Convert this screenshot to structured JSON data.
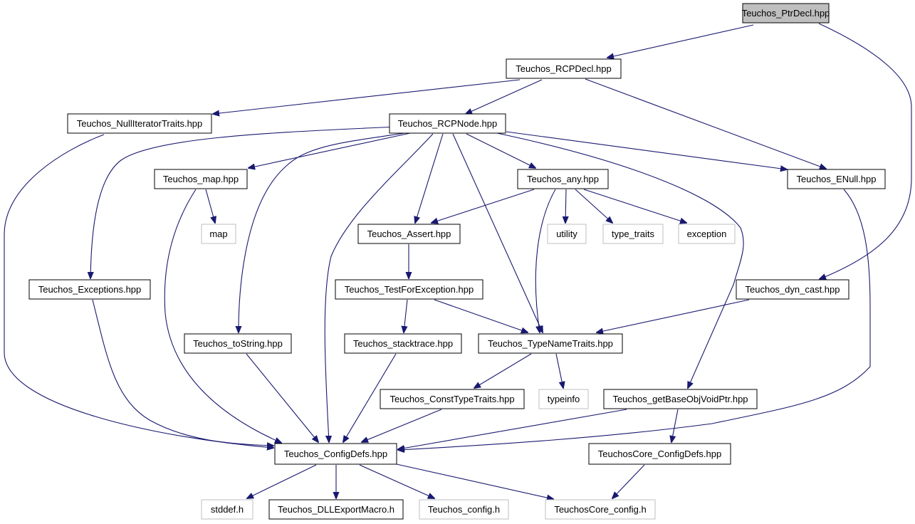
{
  "diagram": {
    "colors": {
      "edge": "#191970",
      "root_fill": "#bfbfbf",
      "node_border": "#000000",
      "external_border": "#bfbfbf",
      "background": "#ffffff"
    },
    "nodes": [
      {
        "id": "ptrdecl",
        "label": "Teuchos_PtrDecl.hpp",
        "kind": "root"
      },
      {
        "id": "rcpdecl",
        "label": "Teuchos_RCPDecl.hpp",
        "kind": "header"
      },
      {
        "id": "nulliter",
        "label": "Teuchos_NullIteratorTraits.hpp",
        "kind": "header"
      },
      {
        "id": "rcpnode",
        "label": "Teuchos_RCPNode.hpp",
        "kind": "header"
      },
      {
        "id": "map_hpp",
        "label": "Teuchos_map.hpp",
        "kind": "header"
      },
      {
        "id": "any",
        "label": "Teuchos_any.hpp",
        "kind": "header"
      },
      {
        "id": "enull",
        "label": "Teuchos_ENull.hpp",
        "kind": "header"
      },
      {
        "id": "map",
        "label": "map",
        "kind": "external"
      },
      {
        "id": "assert",
        "label": "Teuchos_Assert.hpp",
        "kind": "header"
      },
      {
        "id": "utility",
        "label": "utility",
        "kind": "external"
      },
      {
        "id": "type_traits",
        "label": "type_traits",
        "kind": "external"
      },
      {
        "id": "exception",
        "label": "exception",
        "kind": "external"
      },
      {
        "id": "exceptions",
        "label": "Teuchos_Exceptions.hpp",
        "kind": "header"
      },
      {
        "id": "testforexc",
        "label": "Teuchos_TestForException.hpp",
        "kind": "header"
      },
      {
        "id": "dyncast",
        "label": "Teuchos_dyn_cast.hpp",
        "kind": "header"
      },
      {
        "id": "tostring",
        "label": "Teuchos_toString.hpp",
        "kind": "header"
      },
      {
        "id": "stacktrace",
        "label": "Teuchos_stacktrace.hpp",
        "kind": "header"
      },
      {
        "id": "typename",
        "label": "Teuchos_TypeNameTraits.hpp",
        "kind": "header"
      },
      {
        "id": "consttype",
        "label": "Teuchos_ConstTypeTraits.hpp",
        "kind": "header"
      },
      {
        "id": "typeinfo",
        "label": "typeinfo",
        "kind": "external"
      },
      {
        "id": "getbase",
        "label": "Teuchos_getBaseObjVoidPtr.hpp",
        "kind": "header"
      },
      {
        "id": "configdefs",
        "label": "Teuchos_ConfigDefs.hpp",
        "kind": "header"
      },
      {
        "id": "coreconfigdefs",
        "label": "TeuchosCore_ConfigDefs.hpp",
        "kind": "header"
      },
      {
        "id": "stddef",
        "label": "stddef.h",
        "kind": "external"
      },
      {
        "id": "dllexport",
        "label": "Teuchos_DLLExportMacro.h",
        "kind": "header"
      },
      {
        "id": "tconfig",
        "label": "Teuchos_config.h",
        "kind": "external"
      },
      {
        "id": "coreconfig",
        "label": "TeuchosCore_config.h",
        "kind": "external"
      }
    ],
    "edges": [
      {
        "from": "ptrdecl",
        "to": "rcpdecl"
      },
      {
        "from": "ptrdecl",
        "to": "dyncast"
      },
      {
        "from": "rcpdecl",
        "to": "nulliter"
      },
      {
        "from": "rcpdecl",
        "to": "rcpnode"
      },
      {
        "from": "rcpdecl",
        "to": "enull"
      },
      {
        "from": "nulliter",
        "to": "configdefs"
      },
      {
        "from": "rcpnode",
        "to": "exceptions"
      },
      {
        "from": "rcpnode",
        "to": "map_hpp"
      },
      {
        "from": "rcpnode",
        "to": "tostring"
      },
      {
        "from": "rcpnode",
        "to": "configdefs"
      },
      {
        "from": "rcpnode",
        "to": "assert"
      },
      {
        "from": "rcpnode",
        "to": "typename"
      },
      {
        "from": "rcpnode",
        "to": "any"
      },
      {
        "from": "rcpnode",
        "to": "enull"
      },
      {
        "from": "rcpnode",
        "to": "getbase"
      },
      {
        "from": "map_hpp",
        "to": "map"
      },
      {
        "from": "map_hpp",
        "to": "configdefs"
      },
      {
        "from": "any",
        "to": "assert"
      },
      {
        "from": "any",
        "to": "utility"
      },
      {
        "from": "any",
        "to": "type_traits"
      },
      {
        "from": "any",
        "to": "exception"
      },
      {
        "from": "any",
        "to": "typename"
      },
      {
        "from": "enull",
        "to": "configdefs"
      },
      {
        "from": "assert",
        "to": "testforexc"
      },
      {
        "from": "exceptions",
        "to": "configdefs"
      },
      {
        "from": "testforexc",
        "to": "stacktrace"
      },
      {
        "from": "testforexc",
        "to": "typename"
      },
      {
        "from": "dyncast",
        "to": "typename"
      },
      {
        "from": "tostring",
        "to": "configdefs"
      },
      {
        "from": "stacktrace",
        "to": "configdefs"
      },
      {
        "from": "typename",
        "to": "consttype"
      },
      {
        "from": "typename",
        "to": "typeinfo"
      },
      {
        "from": "consttype",
        "to": "configdefs"
      },
      {
        "from": "getbase",
        "to": "configdefs"
      },
      {
        "from": "getbase",
        "to": "coreconfigdefs"
      },
      {
        "from": "configdefs",
        "to": "stddef"
      },
      {
        "from": "configdefs",
        "to": "dllexport"
      },
      {
        "from": "configdefs",
        "to": "tconfig"
      },
      {
        "from": "configdefs",
        "to": "coreconfig"
      },
      {
        "from": "coreconfigdefs",
        "to": "coreconfig"
      }
    ]
  }
}
